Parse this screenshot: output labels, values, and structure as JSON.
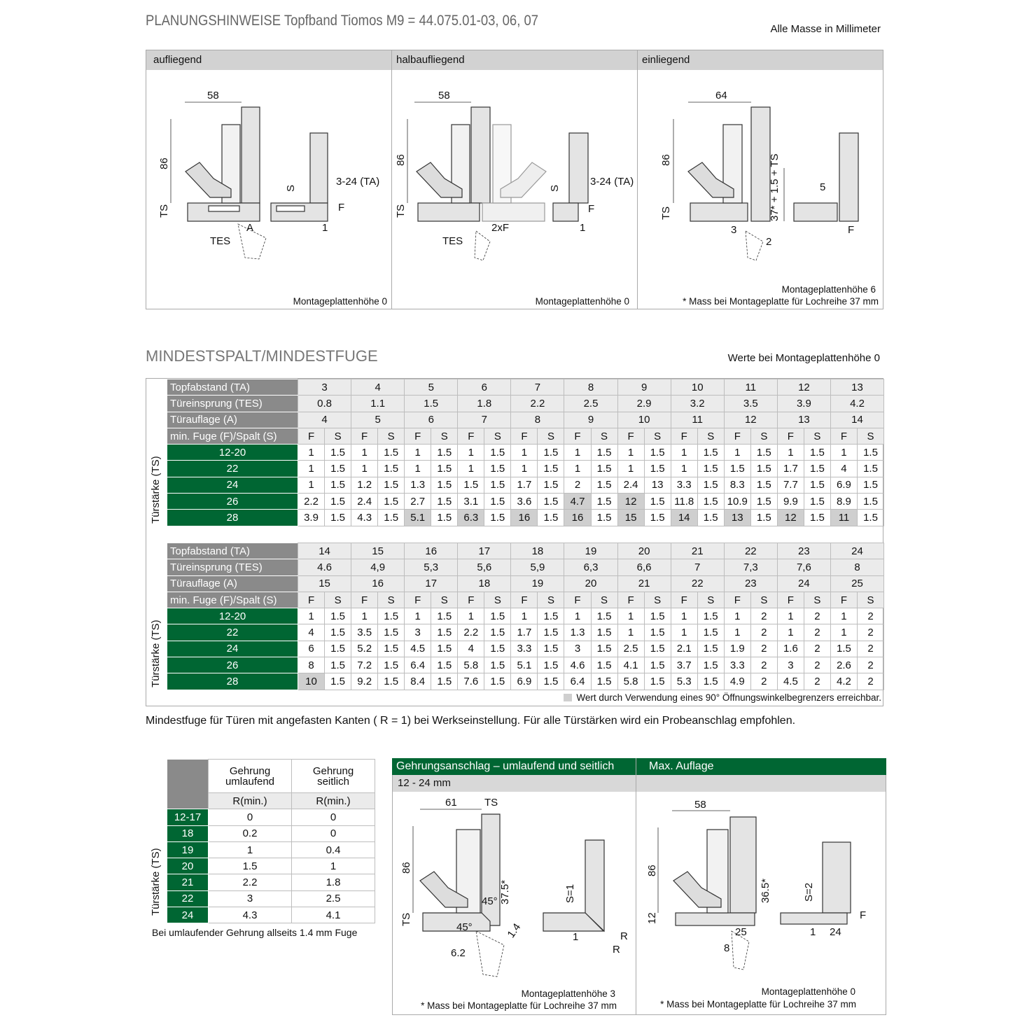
{
  "header": {
    "title": "PLANUNGSHINWEISE Topfband Tiomos M9 = 44.075.01-03, 06, 07",
    "units_note": "Alle Masse in Millimeter"
  },
  "overlay_panels": [
    {
      "title": "aufliegend",
      "labels": {
        "width": "58",
        "height": "86",
        "ts": "TS",
        "s": "S",
        "ta": "3-24 (TA)",
        "f": "F",
        "a": "A",
        "one": "1",
        "tes": "TES"
      },
      "footer": "Montageplattenhöhe 0"
    },
    {
      "title": "halbaufliegend",
      "labels": {
        "width": "58",
        "height": "86",
        "ts": "TS",
        "s": "S",
        "ta": "3-24 (TA)",
        "f": "F",
        "twof": "2xF",
        "one": "1",
        "tes": "TES"
      },
      "footer": "Montageplattenhöhe 0"
    },
    {
      "title": "einliegend",
      "labels": {
        "width": "64",
        "height": "86",
        "ts": "TS",
        "formula": "37* + 1.5 + TS",
        "five": "5",
        "three": "3",
        "two": "2",
        "f": "F"
      },
      "footer": "Montageplattenhöhe 6",
      "footnote": "* Mass bei Montageplatte für Lochreihe 37 mm"
    }
  ],
  "min_gap": {
    "title": "MINDESTSPALT/MINDESTFUGE",
    "note": "Werte bei Montageplattenhöhe 0",
    "row_labels": {
      "ta": "Topfabstand (TA)",
      "tes": "Türeinsprung (TES)",
      "a": "Türauflage (A)",
      "fs": "min. Fuge (F)/Spalt (S)"
    },
    "f_label": "F",
    "s_label": "S",
    "ts_label": "Türstärke (TS)",
    "legend": "Wert durch Verwendung eines 90° Öffnungswinkelbegrenzers erreichbar.",
    "tables": [
      {
        "ta": [
          "3",
          "4",
          "5",
          "6",
          "7",
          "8",
          "9",
          "10",
          "11",
          "12",
          "13"
        ],
        "tes": [
          "0.8",
          "1.1",
          "1.5",
          "1.8",
          "2.2",
          "2.5",
          "2.9",
          "3.2",
          "3.5",
          "3.9",
          "4.2"
        ],
        "a": [
          "4",
          "5",
          "6",
          "7",
          "8",
          "9",
          "10",
          "11",
          "12",
          "13",
          "14"
        ],
        "rows": [
          {
            "ts": "12-20",
            "values": [
              "1",
              "1.5",
              "1",
              "1.5",
              "1",
              "1.5",
              "1",
              "1.5",
              "1",
              "1.5",
              "1",
              "1.5",
              "1",
              "1.5",
              "1",
              "1.5",
              "1",
              "1.5",
              "1",
              "1.5",
              "1",
              "1.5"
            ]
          },
          {
            "ts": "22",
            "values": [
              "1",
              "1.5",
              "1",
              "1.5",
              "1",
              "1.5",
              "1",
              "1.5",
              "1",
              "1.5",
              "1",
              "1.5",
              "1",
              "1.5",
              "1",
              "1.5",
              "1.5",
              "1.5",
              "1.7",
              "1.5",
              "4",
              "1.5"
            ]
          },
          {
            "ts": "24",
            "values": [
              "1",
              "1.5",
              "1.2",
              "1.5",
              "1.3",
              "1.5",
              "1.5",
              "1.5",
              "1.7",
              "1.5",
              "2",
              "1.5",
              "2.4",
              "13",
              "3.3",
              "1.5",
              "8.3",
              "1.5",
              "7.7",
              "1.5",
              "6.9",
              "1.5"
            ]
          },
          {
            "ts": "26",
            "values": [
              "2.2",
              "1.5",
              "2.4",
              "1.5",
              "2.7",
              "1.5",
              "3.1",
              "1.5",
              "3.6",
              "1.5",
              "4.7",
              "1.5",
              "12",
              "1.5",
              "11.8",
              "1.5",
              "10.9",
              "1.5",
              "9.9",
              "1.5",
              "8.9",
              "1.5"
            ],
            "limiter": [
              10,
              12
            ]
          },
          {
            "ts": "28",
            "values": [
              "3.9",
              "1.5",
              "4.3",
              "1.5",
              "5.1",
              "1.5",
              "6.3",
              "1.5",
              "16",
              "1.5",
              "16",
              "1.5",
              "15",
              "1.5",
              "14",
              "1.5",
              "13",
              "1.5",
              "12",
              "1.5",
              "11",
              "1.5"
            ],
            "limiter": [
              4,
              6,
              8,
              10,
              12,
              14,
              16,
              18,
              20
            ]
          }
        ]
      },
      {
        "ta": [
          "14",
          "15",
          "16",
          "17",
          "18",
          "19",
          "20",
          "21",
          "22",
          "23",
          "24"
        ],
        "tes": [
          "4.6",
          "4,9",
          "5,3",
          "5,6",
          "5,9",
          "6,3",
          "6,6",
          "7",
          "7,3",
          "7,6",
          "8"
        ],
        "a": [
          "15",
          "16",
          "17",
          "18",
          "19",
          "20",
          "21",
          "22",
          "23",
          "24",
          "25"
        ],
        "rows": [
          {
            "ts": "12-20",
            "values": [
              "1",
              "1.5",
              "1",
              "1.5",
              "1",
              "1.5",
              "1",
              "1.5",
              "1",
              "1.5",
              "1",
              "1.5",
              "1",
              "1.5",
              "1",
              "1.5",
              "1",
              "2",
              "1",
              "2",
              "1",
              "2"
            ]
          },
          {
            "ts": "22",
            "values": [
              "4",
              "1.5",
              "3.5",
              "1.5",
              "3",
              "1.5",
              "2.2",
              "1.5",
              "1.7",
              "1.5",
              "1.3",
              "1.5",
              "1",
              "1.5",
              "1",
              "1.5",
              "1",
              "2",
              "1",
              "2",
              "1",
              "2"
            ]
          },
          {
            "ts": "24",
            "values": [
              "6",
              "1.5",
              "5.2",
              "1.5",
              "4.5",
              "1.5",
              "4",
              "1.5",
              "3.3",
              "1.5",
              "3",
              "1.5",
              "2.5",
              "1.5",
              "2.1",
              "1.5",
              "1.9",
              "2",
              "1.6",
              "2",
              "1.5",
              "2"
            ]
          },
          {
            "ts": "26",
            "values": [
              "8",
              "1.5",
              "7.2",
              "1.5",
              "6.4",
              "1.5",
              "5.8",
              "1.5",
              "5.1",
              "1.5",
              "4.6",
              "1.5",
              "4.1",
              "1.5",
              "3.7",
              "1.5",
              "3.3",
              "2",
              "3",
              "2",
              "2.6",
              "2"
            ]
          },
          {
            "ts": "28",
            "values": [
              "10",
              "1.5",
              "9.2",
              "1.5",
              "8.4",
              "1.5",
              "7.6",
              "1.5",
              "6.9",
              "1.5",
              "6.4",
              "1.5",
              "5.8",
              "1.5",
              "5.3",
              "1.5",
              "4.9",
              "2",
              "4.5",
              "2",
              "4.2",
              "2"
            ],
            "limiter": [
              0
            ]
          }
        ]
      }
    ],
    "chamfer_note": "Mindestfuge für Türen mit angefasten Kanten ( R = 1) bei Werkseinstellung. Für alle Türstärken wird ein Probeanschlag empfohlen."
  },
  "miter_table": {
    "col1": "Gehrung umlaufend",
    "col2": "Gehrung seitlich",
    "sub1": "R(min.)",
    "sub2": "R(min.)",
    "ts_label": "Türstärke (TS)",
    "rows": [
      {
        "ts": "12-17",
        "umlaufend": "0",
        "seitlich": "0"
      },
      {
        "ts": "18",
        "umlaufend": "0.2",
        "seitlich": "0"
      },
      {
        "ts": "19",
        "umlaufend": "1",
        "seitlich": "0.4"
      },
      {
        "ts": "20",
        "umlaufend": "1.5",
        "seitlich": "1"
      },
      {
        "ts": "21",
        "umlaufend": "2.2",
        "seitlich": "1.8"
      },
      {
        "ts": "22",
        "umlaufend": "3",
        "seitlich": "2.5"
      },
      {
        "ts": "24",
        "umlaufend": "4.3",
        "seitlich": "4.1"
      }
    ],
    "note": "Bei umlaufender Gehrung allseits 1.4 mm Fuge"
  },
  "miter_panel": {
    "title": "Gehrungsanschlag – umlaufend und seitlich",
    "range": "12 - 24 mm",
    "labels": {
      "width": "61",
      "ts_top": "TS",
      "height": "86",
      "ts": "TS",
      "dim375": "37.5*",
      "angle1": "45°",
      "angle2": "45°",
      "gap": "1.4",
      "dim62": "6.2",
      "s1": "S=1",
      "one": "1",
      "r1": "R",
      "r2": "R"
    },
    "footer": "Montageplattenhöhe 3",
    "footnote": "* Mass bei Montageplatte für Lochreihe 37 mm"
  },
  "max_panel": {
    "title": "Max. Auflage",
    "labels": {
      "width": "58",
      "height": "86",
      "twelve": "12",
      "dim365": "36.5*",
      "s2": "S=2",
      "f": "F",
      "dim25": "25",
      "one": "1",
      "dim24": "24",
      "eight": "8"
    },
    "footer": "Montageplattenhöhe 0",
    "footnote": "* Mass bei Montageplatte für Lochreihe 37 mm"
  },
  "colors": {
    "green": "#006633",
    "header_gray": "#8a8a8a",
    "limiter_gray": "#cfcfcf"
  }
}
